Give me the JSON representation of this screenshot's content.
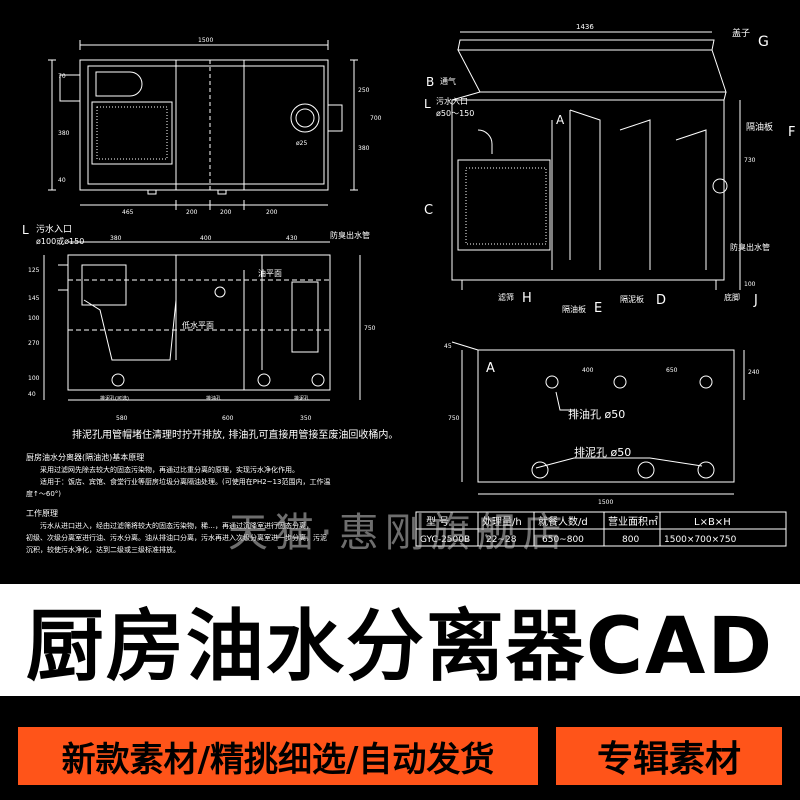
{
  "drawing": {
    "top_view": {
      "dim_length": "1500",
      "dim_width": "700",
      "dim_left_a": "70",
      "dim_left_b": "380",
      "dim_left_c": "40",
      "dim_right_a": "250",
      "dim_right_b": "380",
      "dim_bottom_a": "465",
      "dim_bottom_b": "200",
      "dim_bottom_c": "200",
      "dim_bottom_d": "200",
      "outlet_dia": "ø25"
    },
    "side_view": {
      "inlet_letter": "L",
      "inlet_label": "污水入口",
      "inlet_size": "ø100或ø150",
      "odor_pipe": "防臭出水管",
      "oil_level": "油平面",
      "low_water_level": "低水平面",
      "dim_top_a": "380",
      "dim_top_b": "400",
      "dim_top_c": "430",
      "dim_left_a": "125",
      "dim_left_b": "145",
      "dim_left_c": "100",
      "dim_left_d": "270",
      "dim_left_e": "100",
      "dim_left_f": "40",
      "dim_right": "750",
      "dim_bottom_a": "580",
      "dim_bottom_b": "600",
      "dim_bottom_c": "350",
      "note_a": "排泥孔(可选)",
      "note_b": "排油孔",
      "note_c": "排泥孔"
    },
    "iso_view": {
      "dim_length": "1436",
      "cover_label": "盖子",
      "cover_letter": "G",
      "vent_letter": "B",
      "vent_label": "通气",
      "inlet_letter": "L",
      "inlet_label": "污水入口",
      "inlet_size": "ø50～150",
      "baffle_a": "A",
      "oil_baffle": "隔油板",
      "oil_baffle_letter": "F",
      "filter_letter": "C",
      "odor_pipe": "防臭出水管",
      "filter_basket": "滤筛",
      "filter_basket_letter": "H",
      "oil_plate": "隔油板",
      "oil_plate_letter": "E",
      "mud_plate": "隔泥板",
      "mud_plate_letter": "D",
      "foot": "底脚",
      "foot_letter": "J",
      "dim_side_a": "730",
      "dim_side_b": "100"
    },
    "plate_view": {
      "letter": "A",
      "oil_hole": "排油孔 ø50",
      "mud_hole": "排泥孔 ø50",
      "dim_top_a": "400",
      "dim_top_b": "650",
      "dim_right": "240",
      "dim_left": "750",
      "dim_bottom": "1500",
      "dim_angle": "45"
    },
    "caption": "排泥孔用管帽堵住清理时拧开排放, 排油孔可直接用管接至废油回收桶内。",
    "principle_title": "厨房油水分离器(隔油池)基本原理",
    "principle_lines": [
      "采用过滤网先除去较大的固态污染物，再通过比重分离的原理，实现污水净化作用。",
      "适用于：饭店、宾馆、食堂行业等厨房垃圾分离隔油处理。(可使用在PH2~13范围内，工作温",
      "度↑～60°)"
    ],
    "work_title": "工作原理",
    "work_lines": [
      "污水从进口进入，经由过滤筛将较大的固态污染物，稀…，再通过沉降室进行固态分离，",
      "初级、次级分离室进行油、污水分离。油从排油口分离，污水再进入次级分离室进一步分离，污泥",
      "沉积，较使污水净化，达到二级或三级标准排放。"
    ],
    "spec_table": {
      "headers": [
        "型  号",
        "处理量/h",
        "就餐人数/d",
        "营业面积㎡",
        "L×B×H"
      ],
      "row": [
        "GYC-2500B",
        "22~28",
        "650~800",
        "800",
        "1500×700×750"
      ]
    }
  },
  "watermark": "天猫·惠刚旗舰店",
  "banner": {
    "title": "厨房油水分离器CAD"
  },
  "footer": {
    "left_text": "新款素材/精挑细选/自动发货",
    "right_text": "专辑素材"
  },
  "colors": {
    "background": "#000000",
    "line": "#ffffff",
    "banner_bg": "#ffffff",
    "accent": "#ff5419"
  }
}
